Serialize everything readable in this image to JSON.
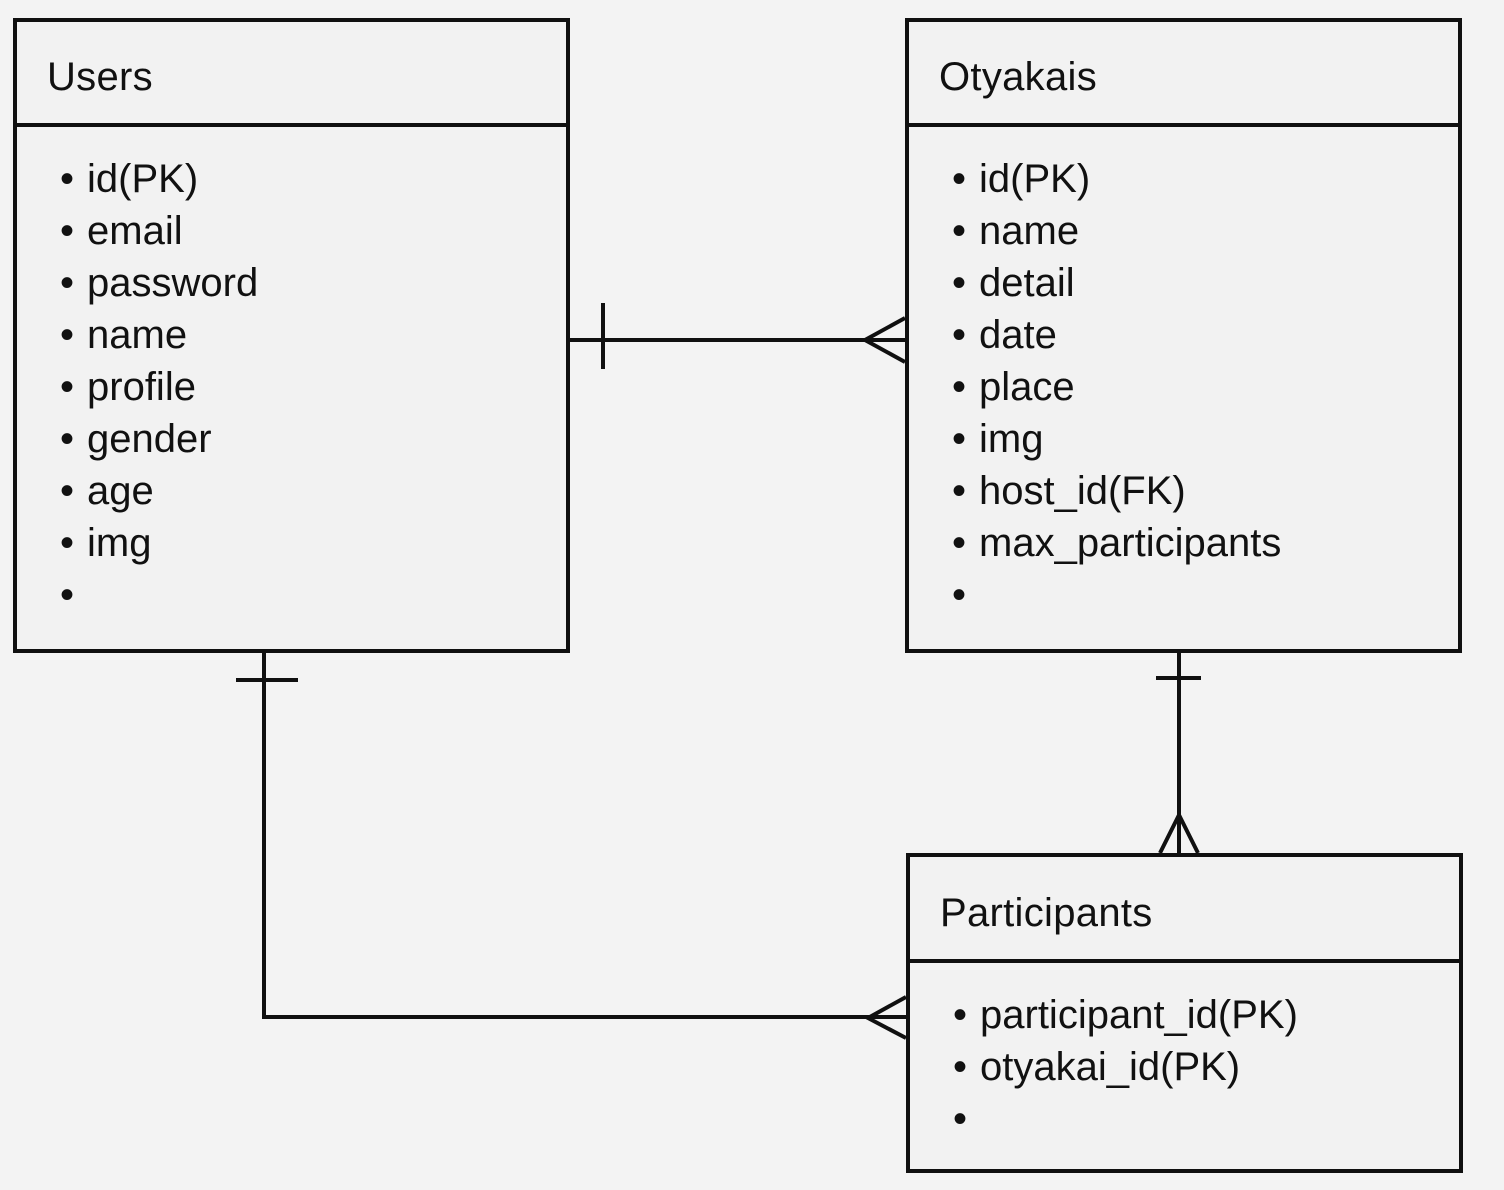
{
  "diagram": {
    "type": "er-diagram",
    "background_color": "#f3f3f3",
    "line_color": "#101010",
    "bullet_glyph": "•",
    "entities": [
      {
        "title": "Users",
        "fields": [
          "id(PK)",
          "email",
          "password",
          "name",
          "profile",
          "gender",
          "age",
          "img",
          ""
        ]
      },
      {
        "title": "Otyakais",
        "fields": [
          "id(PK)",
          "name",
          "detail",
          "date",
          "place",
          "img",
          "host_id(FK)",
          "max_participants",
          ""
        ]
      },
      {
        "title": "Participants",
        "fields": [
          "participant_id(PK)",
          "otyakai_id(PK)",
          ""
        ]
      }
    ],
    "relationships": [
      {
        "from": "Users",
        "to": "Otyakais",
        "from_cardinality": "one",
        "to_cardinality": "many"
      },
      {
        "from": "Otyakais",
        "to": "Participants",
        "from_cardinality": "one",
        "to_cardinality": "many"
      },
      {
        "from": "Users",
        "to": "Participants",
        "from_cardinality": "one",
        "to_cardinality": "many"
      }
    ]
  }
}
